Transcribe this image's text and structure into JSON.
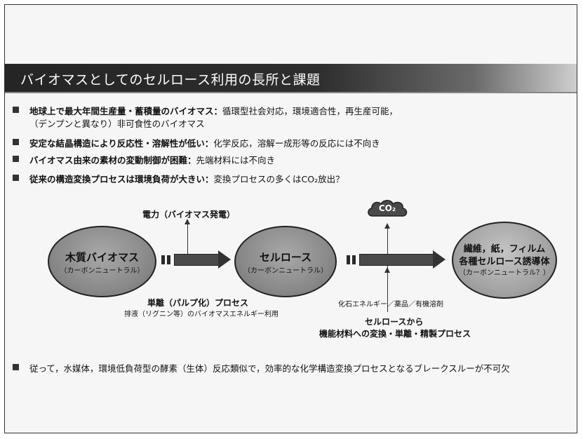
{
  "title": "バイオマスとしてのセルロース利用の長所と課題",
  "bullets": [
    {
      "head": "地球上で最大年間生産量・蓄積量のバイオマス：",
      "body": "循環型社会対応，環境適合性，再生産可能，",
      "sub": "（デンプンと異なり）非可食性のバイオマス"
    },
    {
      "head": "安定な結晶構造により反応性・溶解性が低い：",
      "body": "化学反応，溶解ー成形等の反応には不向き"
    },
    {
      "head": "バイオマス由来の素材の変動制御が困難：",
      "body": "先端材料には不向き"
    },
    {
      "head": "従来の構造変換プロセスは環境負荷が大きい：",
      "body": "変換プロセスの多くはCO₂放出？"
    }
  ],
  "diagram": {
    "wood": {
      "title": "木質バイオマス",
      "sub": "（カーボンニュートラル）"
    },
    "cellulose": {
      "title": "セルロース",
      "sub": "（カーボンニュートラル）"
    },
    "products": {
      "line1": "繊維，紙，フィルム",
      "line2": "各種セルロース誘導体",
      "sub": "（カーボンニュートラル？）"
    },
    "power_label": "電力（バイオマス発電）",
    "pulp_label": "単離（パルプ化）プロセス",
    "pulp_sub": "排液（リグニン等）のバイオマスエネルギー利用",
    "co2_label": "CO₂",
    "fossil_label": "化石エネルギー／薬品／有機溶剤",
    "process_line1": "セルロースから",
    "process_line2": "機能材料への変換・単離・精製プロセス"
  },
  "conclusion": "従って，水媒体，環境低負荷型の酵素（生体）反応類似で，効率的な化学構造変換プロセスとなるブレークスルーが不可欠"
}
